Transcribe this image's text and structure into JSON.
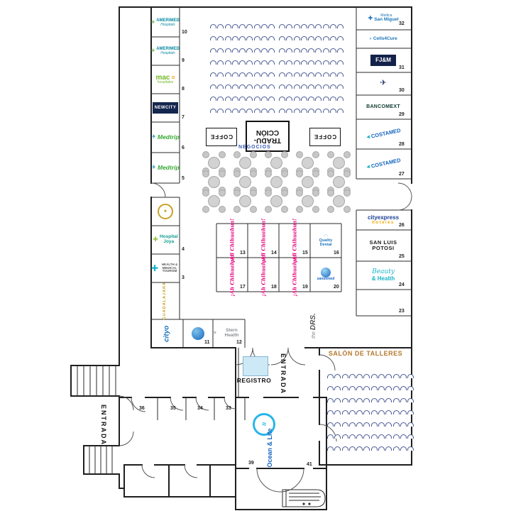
{
  "plan": {
    "labels": {
      "registro": "REGISTRO",
      "entrada_main": "ENTRADA",
      "entrada_west": "ENTRADA",
      "salon_talleres": "SALÓN DE TALLERES",
      "negocios": "NEGOCIOS",
      "traduccion_line1": "TRADU-",
      "traduccion_line2": "CCIÓN",
      "coffe": "COFFE"
    },
    "west_booths": [
      {
        "num": "10",
        "style": "amerimed",
        "lines": [
          "AMERIMED",
          "Hospitals"
        ]
      },
      {
        "num": "9",
        "style": "amerimed",
        "lines": [
          "AMERIMED",
          "Hospitals"
        ]
      },
      {
        "num": "8",
        "style": "mac",
        "lines": [
          "mac",
          "hospitales"
        ]
      },
      {
        "num": "7",
        "style": "newcity",
        "lines": [
          "NEWCITY"
        ]
      },
      {
        "num": "6",
        "style": "medtrip",
        "lines": [
          "Medtrip"
        ]
      },
      {
        "num": "5",
        "style": "medtrip",
        "lines": [
          "Medtrip"
        ]
      },
      {
        "num": "",
        "style": "gold",
        "lines": []
      },
      {
        "num": "4",
        "style": "joya",
        "lines": [
          "Hospital",
          "Joya"
        ]
      },
      {
        "num": "3",
        "style": "hmt",
        "lines": [
          "HEALTH &",
          "MEDICAL TOURISM"
        ]
      },
      {
        "num": "",
        "style": "gdl",
        "lines": [
          "GUADALAJARA"
        ]
      }
    ],
    "west_bottom_booths": [
      {
        "num": "",
        "style": "cityo",
        "lines": [
          "cityo"
        ]
      },
      {
        "num": "11",
        "style": "globe",
        "lines": []
      },
      {
        "num": "12",
        "style": "stern",
        "lines": [
          "Stern Health"
        ]
      }
    ],
    "east_booths": [
      {
        "num": "32",
        "style": "sanmiguel",
        "lines": [
          "Médica",
          "San Miguel"
        ]
      },
      {
        "num": "",
        "style": "cells",
        "lines": [
          "Cells4Cure"
        ]
      },
      {
        "num": "31",
        "style": "fjm",
        "lines": [
          "FJ&M"
        ]
      },
      {
        "num": "30",
        "style": "wings",
        "lines": []
      },
      {
        "num": "29",
        "style": "bancomext",
        "lines": [
          "BANCOMEXT"
        ]
      },
      {
        "num": "28",
        "style": "costamed",
        "lines": [
          "COSTAMED"
        ]
      },
      {
        "num": "27",
        "style": "costamed",
        "lines": [
          "COSTAMED"
        ]
      },
      {
        "num": "26",
        "style": "cityexpress",
        "lines": [
          "cityexpress",
          "hoteles"
        ]
      },
      {
        "num": "25",
        "style": "slp",
        "lines": [
          "SAN LUIS",
          "POTOSI"
        ]
      },
      {
        "num": "24",
        "style": "beauty",
        "lines": [
          "Beauty",
          "& Health"
        ]
      },
      {
        "num": "23",
        "style": "none",
        "lines": []
      }
    ],
    "center_booths": [
      {
        "num": "13",
        "style": "chihuahua",
        "lines": [
          "¡Ah Chihuahua!"
        ]
      },
      {
        "num": "14",
        "style": "chihuahua",
        "lines": [
          "¡Ah Chihuahua!"
        ]
      },
      {
        "num": "15",
        "style": "chihuahua",
        "lines": [
          "¡Ah Chihuahua!"
        ]
      },
      {
        "num": "16",
        "style": "qdental",
        "lines": [
          "Quality Dental"
        ]
      },
      {
        "num": "17",
        "style": "chihuahua",
        "lines": [
          "¡Ah Chihuahua!"
        ]
      },
      {
        "num": "18",
        "style": "chihuahua",
        "lines": [
          "¡Ah Chihuahua!"
        ]
      },
      {
        "num": "19",
        "style": "chihuahua",
        "lines": [
          "¡Ah Chihuahua!"
        ]
      },
      {
        "num": "20",
        "style": "sanusmed",
        "lines": [
          "sanusmed"
        ]
      }
    ],
    "floor_numbers": [
      "36",
      "35",
      "34",
      "33",
      "39",
      "41"
    ],
    "other": {
      "the_drs_pre": "the",
      "the_drs_main": "DRS.",
      "ocean_life": "Ocean & Life"
    },
    "seating": {
      "main_blocks": 2,
      "main_rows": 8,
      "main_seats_per_row": 9,
      "salon_rows": 7,
      "salon_seats_per_row": 12
    },
    "negocios_tables": {
      "rows": 3,
      "cols": 5
    }
  }
}
